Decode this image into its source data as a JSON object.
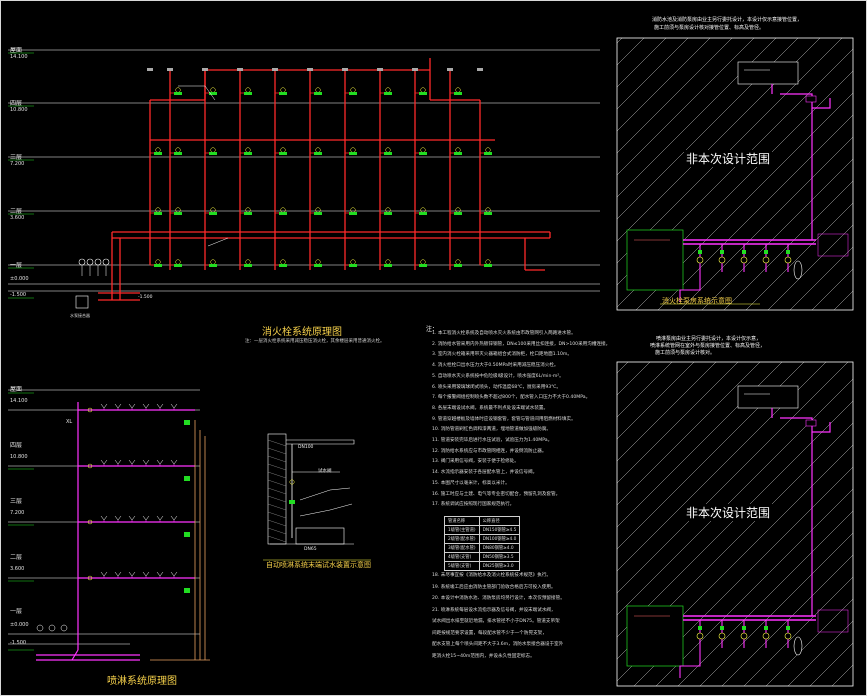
{
  "floors_top": [
    "屋面",
    "四层",
    "三层",
    "二层",
    "一层"
  ],
  "elevations_top": [
    "14.100",
    "10.800",
    "7.200",
    "3.600",
    "±0.000",
    "-1.500"
  ],
  "floors_bottom": [
    "屋面",
    "四层",
    "三层",
    "二层",
    "一层"
  ],
  "elevations_bottom": [
    "14.100",
    "10.800",
    "7.200",
    "3.600",
    "±0.000",
    "-1.500"
  ],
  "diagram_titles": {
    "hydrant": "消火栓系统原理图",
    "sprinkler": "喷淋系统原理图",
    "tank_detail": "自动喷淋系统末端试水装置示意图",
    "pump_room_top": "消火栓泵房系统示意图"
  },
  "hydrant_note": "注：一层消火栓系统采用减压稳压消火栓，其余楼层采用普通消火栓。",
  "scope_label_1": "非本次设计范围",
  "scope_label_2": "非本次设计范围",
  "panel_notes": {
    "top": [
      "消防水池及消防泵房由业主另行委托设计，本设计仅示意接管位置，",
      "施工前须与泵房设计核对接管位置、标高及管径。"
    ],
    "bottom": [
      "喷淋泵房由业主另行委托设计，本设计仅示意，",
      "喷淋系统管网在室外与泵房接管位置、标高及管径，",
      "施工前须与泵房设计核对。"
    ]
  },
  "notes": {
    "heading": "注：",
    "items": [
      "1. 本工程消火栓系统及自动喷水灭火系统由市政管网引入两路进水管。",
      "2. 消防给水管采用内外热镀锌钢管，DN≤100采用丝扣连接，DN>100采用沟槽连接。",
      "3. 室内消火栓箱采用带灭火器箱组合式消防柜，栓口距地面1.10m。",
      "4. 消火栓栓口出水压力大于0.50MPa时采用减压稳压消火栓。",
      "5. 自动喷水灭火系统按中危险级Ⅰ级设计，喷水强度6L/min·m²。",
      "6. 喷头采用玻璃球闭式喷头，动作温度68℃，厨房采用93℃。",
      "7. 每个报警阀组控制喷头数不超过800个，配水管入口压力不大于0.40MPa。",
      "8. 各层末端设试水阀，系统最不利点处设末端试水装置。",
      "9. 管道穿越楼板及墙体时应设钢套管，套管与管道间用阻燃材料填实。",
      "10. 消防管道刷红色调和漆两道，埋地管道做加强级防腐。",
      "11. 管道安装完毕后进行水压试验，试验压力为1.40MPa。",
      "12. 消防给水系统应与市政管网相连，并设倒流防止器。",
      "13. 阀门采用信号阀，安装于便于检修处。",
      "14. 水流指示器安装于各层配水管上，并设信号阀。",
      "15. 本图尺寸以毫米计，标高以米计。",
      "16. 施工时应与土建、电气等专业密切配合，预留孔洞及套管。",
      "17. 系统调试应按照现行国家规范执行。"
    ],
    "items_lower": [
      "18. 未尽事宜按《消防给水及消火栓系统技术规范》执行。",
      "19. 系统竣工后应由消防主管部门验收合格后方可投入使用。",
      "20. 本设计中消防水池、消防泵房均另行设计，本次仅预留接管。",
      "21. 喷淋系统每层设水流指示器及信号阀，并设末端试水阀，",
      "    试水阀出水排至就近地漏，排水管径不小于DN75。管道支吊架",
      "    间距按规范要求设置，每段配水管不少于一个防晃支架，",
      "    配水支管上每个喷头间距不大于3.6m，消防水泵接合器设于室外",
      "    距消火栓15~40m范围内，并设永久性固定标志。"
    ]
  },
  "spec_table": {
    "header": [
      "管道名称",
      "公称直径"
    ],
    "rows": [
      [
        "1级管(主管道)",
        "DN150钢管≥4.5"
      ],
      [
        "2级管(配水管)",
        "DN100钢管≥4.0"
      ],
      [
        "3级管(配水管)",
        "DN80钢管≥4.0"
      ],
      [
        "4级管(支管)",
        "DN50钢管≥3.5"
      ],
      [
        "5级管(支管)",
        "DN25钢管≥3.0"
      ]
    ]
  },
  "small_labels": {
    "pump_adapter": "水泵接合器",
    "riser_top": "XL",
    "dim_1": "DN100",
    "dim_2": "DN65",
    "tank_label": "试水阀",
    "level_mark": "-1.500"
  },
  "colors": {
    "hydrant_pipe": "#ff2a2a",
    "sprinkler_pipe": "#ff33ff",
    "drain_pipe": "#e8a060",
    "floor_line": "#ffffff",
    "floor_tick": "#22dd22",
    "title": "#f5d04a",
    "hatch": "#bfbfbf",
    "green": "#22dd22",
    "yellow": "#ffff44"
  }
}
